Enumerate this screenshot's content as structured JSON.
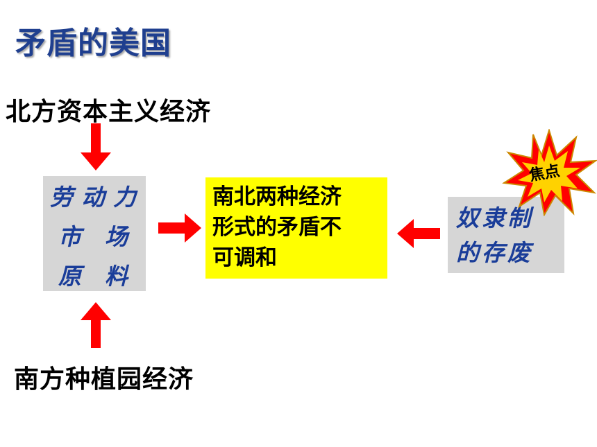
{
  "title": "矛盾的美国",
  "north_economy": "北方资本主义经济",
  "south_economy": "南方种植园经济",
  "left_box": {
    "rows": [
      [
        "劳",
        "动",
        "力"
      ],
      [
        "市",
        "场"
      ],
      [
        "原",
        "料"
      ]
    ]
  },
  "center_box": {
    "lines": [
      "南北两种经济",
      "形式的矛盾不",
      "可调和"
    ]
  },
  "right_box": {
    "lines": [
      "奴隶制",
      "的存废"
    ]
  },
  "focus_badge": "焦点",
  "colors": {
    "title": "#1f3f8f",
    "arrow": "#ff0000",
    "highlight": "#ffff00",
    "gray_box": "#d6d6d6",
    "box_text": "#1a3d99"
  }
}
